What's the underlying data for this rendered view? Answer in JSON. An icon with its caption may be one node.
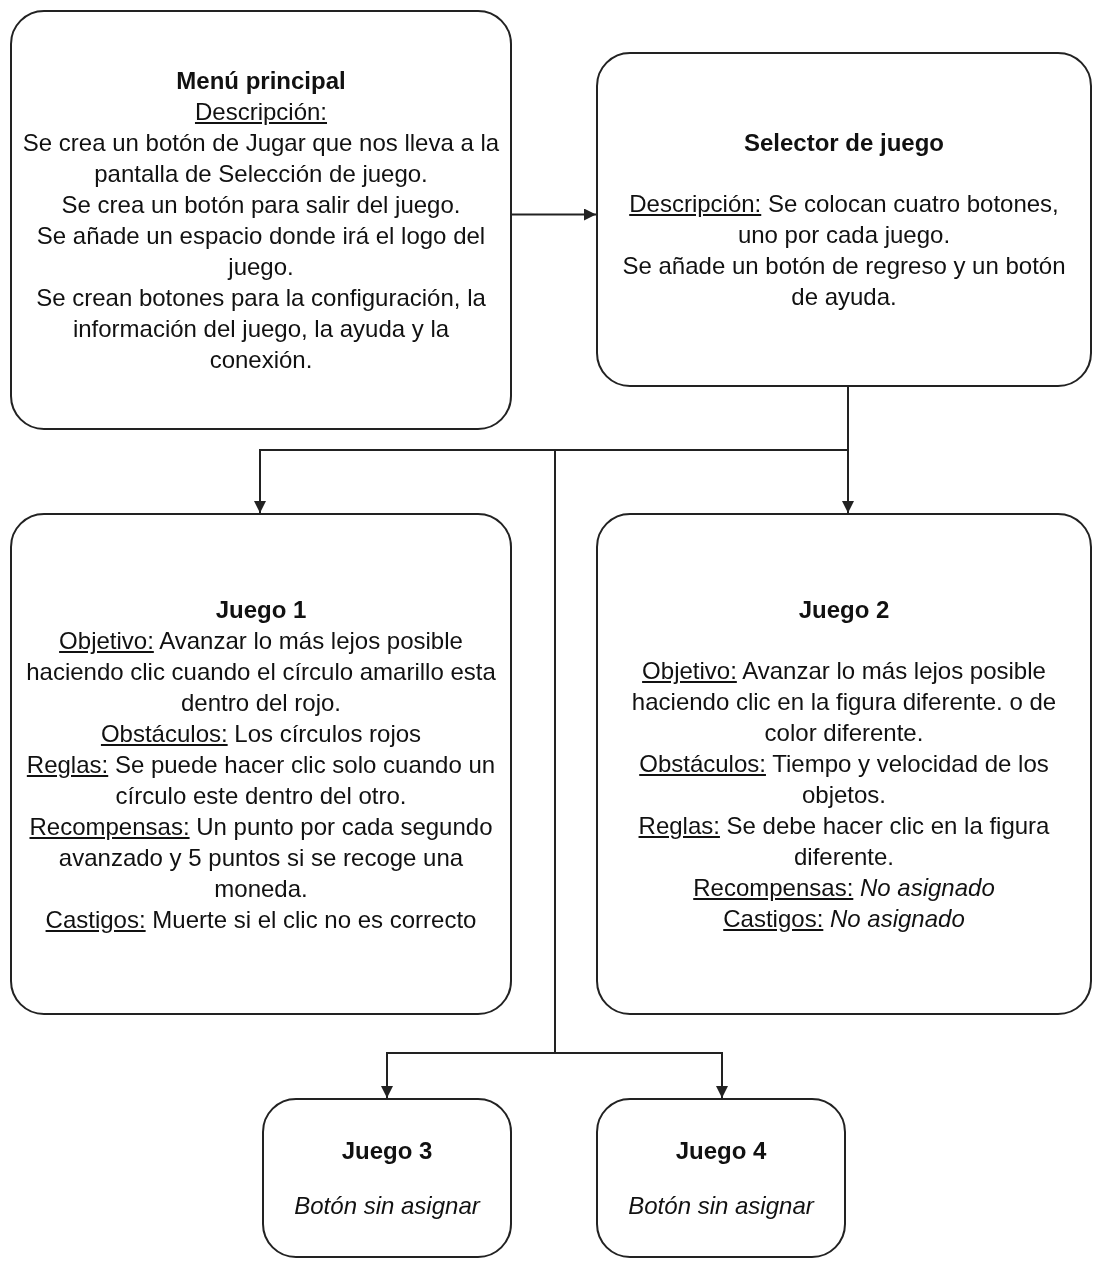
{
  "diagram": {
    "nodes": [
      {
        "text": [
          "Menú principal",
          "Descripción:",
          "Se crea un botón de Jugar que nos lleva a la pantalla de Selección de juego.",
          "Se crea un botón para salir del juego.",
          "Se añade un espacio donde irá el logo del juego.",
          "Se crean botones para la configuración, la información del juego, la ayuda y la conexión."
        ]
      },
      {
        "text": [
          "Selector de juego",
          "Descripción: Se colocan cuatro botones, uno por cada juego.",
          "Se añade un botón de regreso y un botón de ayuda."
        ]
      },
      {
        "text": [
          "Juego 1",
          "Objetivo:  Avanzar lo más lejos posible haciendo clic cuando el círculo amarillo esta dentro del rojo.",
          "Obstáculos: Los círculos rojos",
          "Reglas: Se puede hacer clic solo cuando un círculo este dentro del otro.",
          "Recompensas: Un punto por cada segundo avanzado y 5 puntos si se recoge una moneda.",
          "Castigos: Muerte si el clic no es correcto"
        ]
      },
      {
        "text": [
          "Juego 2",
          "Objetivo:  Avanzar lo más lejos posible haciendo clic en la figura diferente. o de color diferente.",
          "Obstáculos: Tiempo y velocidad de los objetos.",
          "Reglas: Se debe hacer clic en la figura diferente.",
          "Recompensas: *No asignado*",
          "Castigos: *No asignado*"
        ]
      },
      {
        "text": [
          "Juego 3",
          "Botón sin asignar"
        ]
      },
      {
        "text": [
          "Juego 4",
          "Botón sin asignar"
        ]
      }
    ],
    "edges": [
      {
        "from": 0,
        "to": 1,
        "arrow": "to"
      },
      {
        "from": 1,
        "to": 2,
        "arrow": "to"
      },
      {
        "from": 1,
        "to": 3,
        "arrow": "to"
      },
      {
        "from": 1,
        "to": 4,
        "arrow": "to"
      },
      {
        "from": 1,
        "to": 5,
        "arrow": "to"
      }
    ]
  }
}
